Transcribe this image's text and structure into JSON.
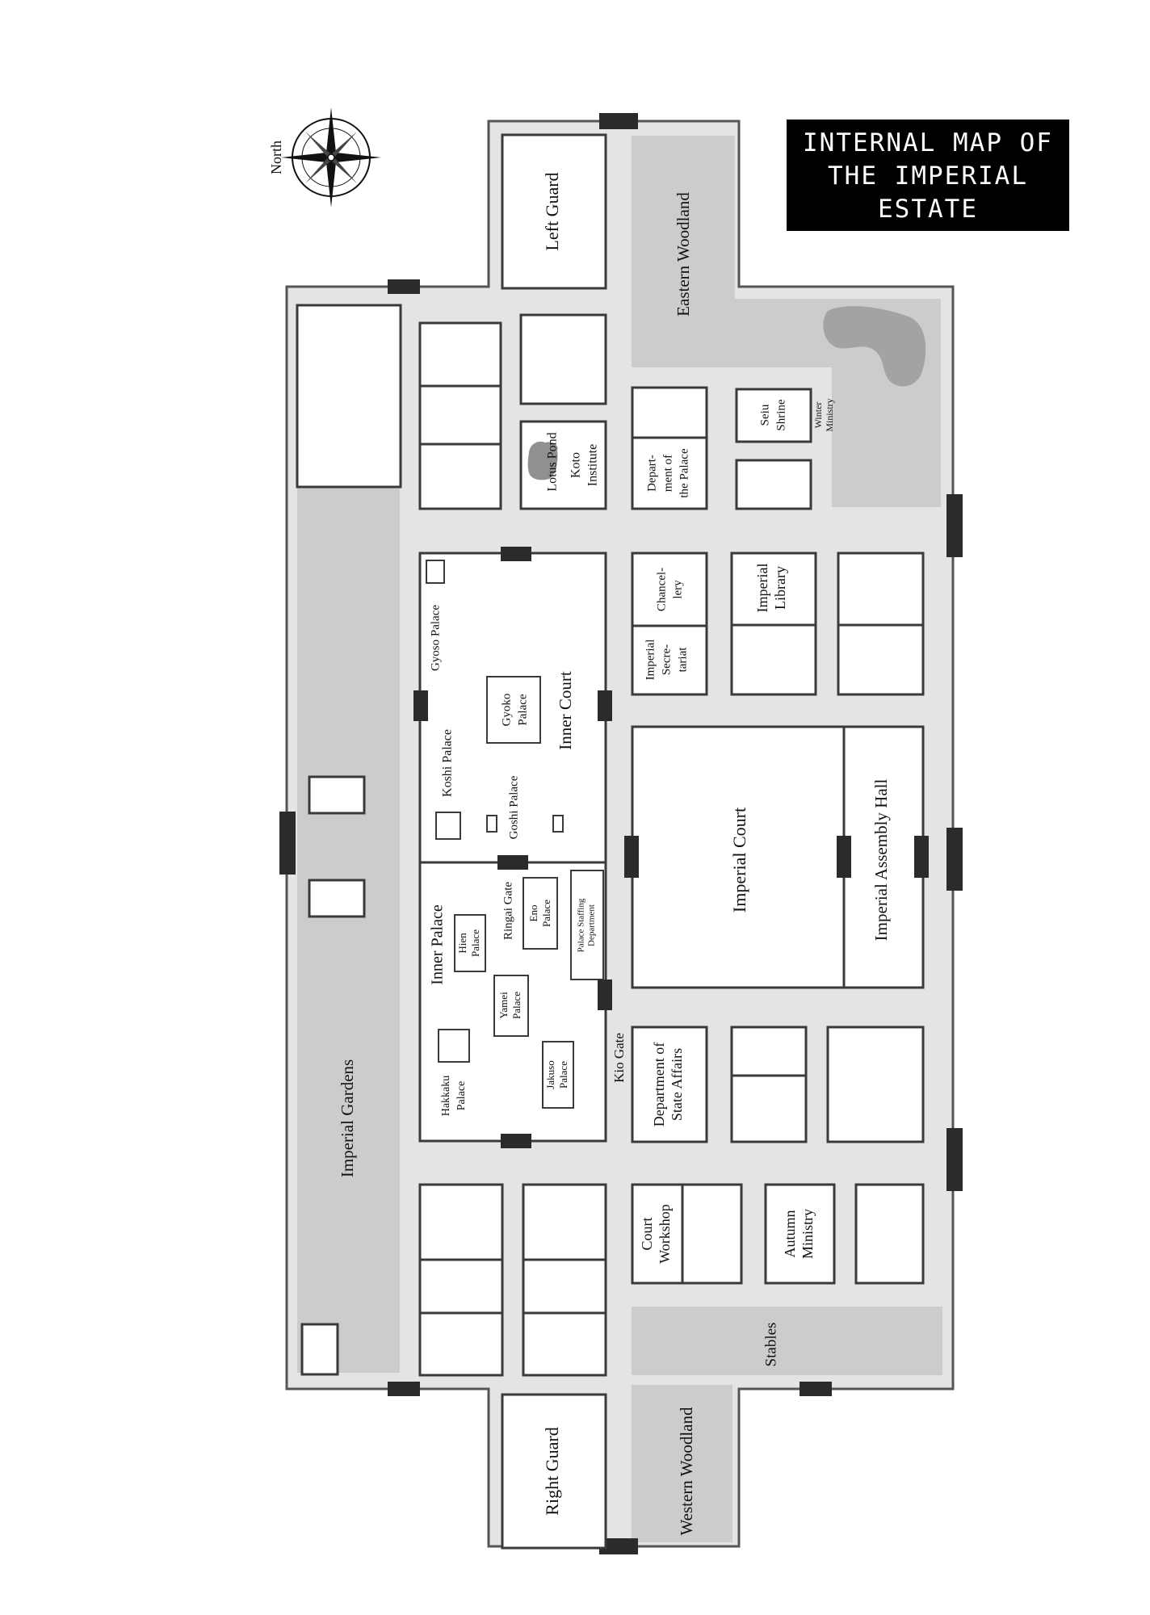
{
  "title": {
    "lines": [
      "INTERNAL MAP OF",
      "THE IMPERIAL",
      "ESTATE"
    ]
  },
  "compass": {
    "label": "North"
  },
  "colors": {
    "estate_fill": "#e3e4e5",
    "green_area_fill": "#cbcccd",
    "pond_fill": "#a2a3a5",
    "wall_stroke": "#555555",
    "building_stroke": "#3a3a3a",
    "gate_fill": "#2b2b2b",
    "title_bg": "#000000"
  },
  "areas": {
    "imperial_gardens": "Imperial Gardens",
    "eastern_woodland": "Eastern Woodland",
    "western_woodland": "Western Woodland",
    "stables": "Stables",
    "winter_ministry": [
      "Winter",
      "Ministry"
    ]
  },
  "buildings": {
    "left_guard": "Left Guard",
    "right_guard": "Right Guard",
    "lotus_pond": "Lotus Pond",
    "koto_institute": [
      "Koto",
      "Institute"
    ],
    "department_of_the_palace": [
      "Depart-",
      "ment of",
      "the Palace"
    ],
    "seiu_shrine": [
      "Seiu",
      "Shrine"
    ],
    "chancellery": [
      "Chancel-",
      "lery"
    ],
    "imperial_secretariat": [
      "Imperial",
      "Secre-",
      "tariat"
    ],
    "imperial_library": [
      "Imperial",
      "Library"
    ],
    "imperial_court": "Imperial Court",
    "imperial_assembly_hall": "Imperial Assembly Hall",
    "department_of_state_affairs": [
      "Department of",
      "State Affairs"
    ],
    "court_workshop": [
      "Court",
      "Workshop"
    ],
    "autumn_ministry": [
      "Autumn",
      "Ministry"
    ]
  },
  "inner_court": {
    "label": "Inner Court",
    "gyoso_palace": "Gyoso Palace",
    "gyoko_palace": [
      "Gyoko",
      "Palace"
    ],
    "koshi_palace": "Koshi Palace",
    "goshi_palace": "Goshi Palace"
  },
  "inner_palace": {
    "label": "Inner Palace",
    "hien_palace": [
      "Hien",
      "Palace"
    ],
    "ringai_gate": "Ringai Gate",
    "eno_palace": [
      "Eno",
      "Palace"
    ],
    "palace_staffing_department": [
      "Palace Staffing",
      "Department"
    ],
    "yamei_palace": [
      "Yamei",
      "Palace"
    ],
    "hakkaku_palace": [
      "Hakkaku",
      "Palace"
    ],
    "jakuso_palace": [
      "Jakuso",
      "Palace"
    ],
    "kio_gate": "Kio Gate"
  }
}
